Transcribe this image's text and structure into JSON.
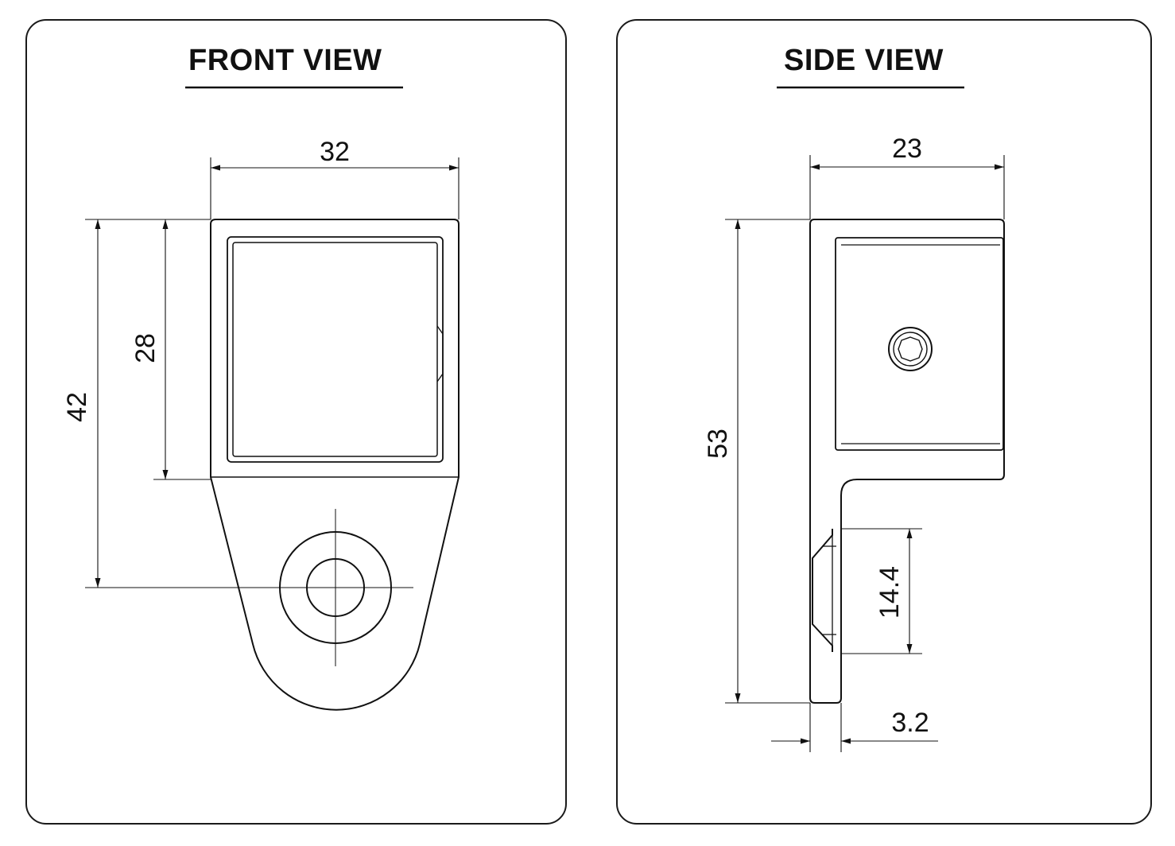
{
  "front_view": {
    "title": "FRONT VIEW",
    "dimensions": {
      "width": "32",
      "inner_height": "28",
      "hole_center_height": "42"
    }
  },
  "side_view": {
    "title": "SIDE VIEW",
    "dimensions": {
      "depth": "23",
      "total_height": "53",
      "counterbore_height": "14.4",
      "plate_thickness": "3.2"
    }
  },
  "colors": {
    "line": "#111111",
    "panel_border": "#1a1a1a",
    "background": "#ffffff"
  }
}
